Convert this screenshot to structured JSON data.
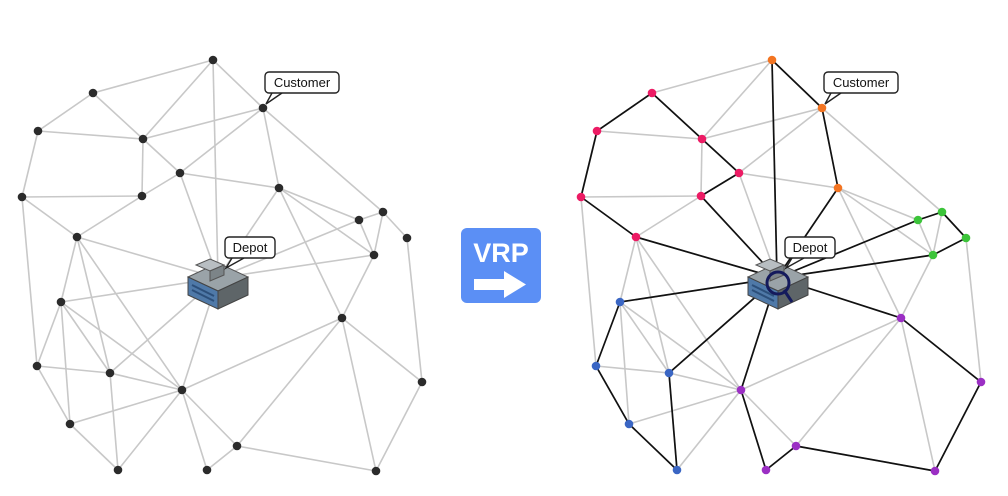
{
  "labels": {
    "customer": "Customer",
    "depot": "Depot",
    "vrp_badge": "VRP"
  },
  "colors": {
    "plain_node": "#2b2b2b",
    "edge": "#c8c8c8",
    "route": "#111111",
    "badge_bg": "#5b8ff5",
    "route_pink": "#ec1b64",
    "route_orange": "#f37421",
    "route_green": "#3cc43a",
    "route_purple": "#9b2fc4",
    "route_blue": "#3a66c4"
  },
  "icons": {
    "depot": "warehouse-building-icon",
    "arrow": "right-arrow-icon",
    "cursor": "loading-cursor-icon"
  }
}
